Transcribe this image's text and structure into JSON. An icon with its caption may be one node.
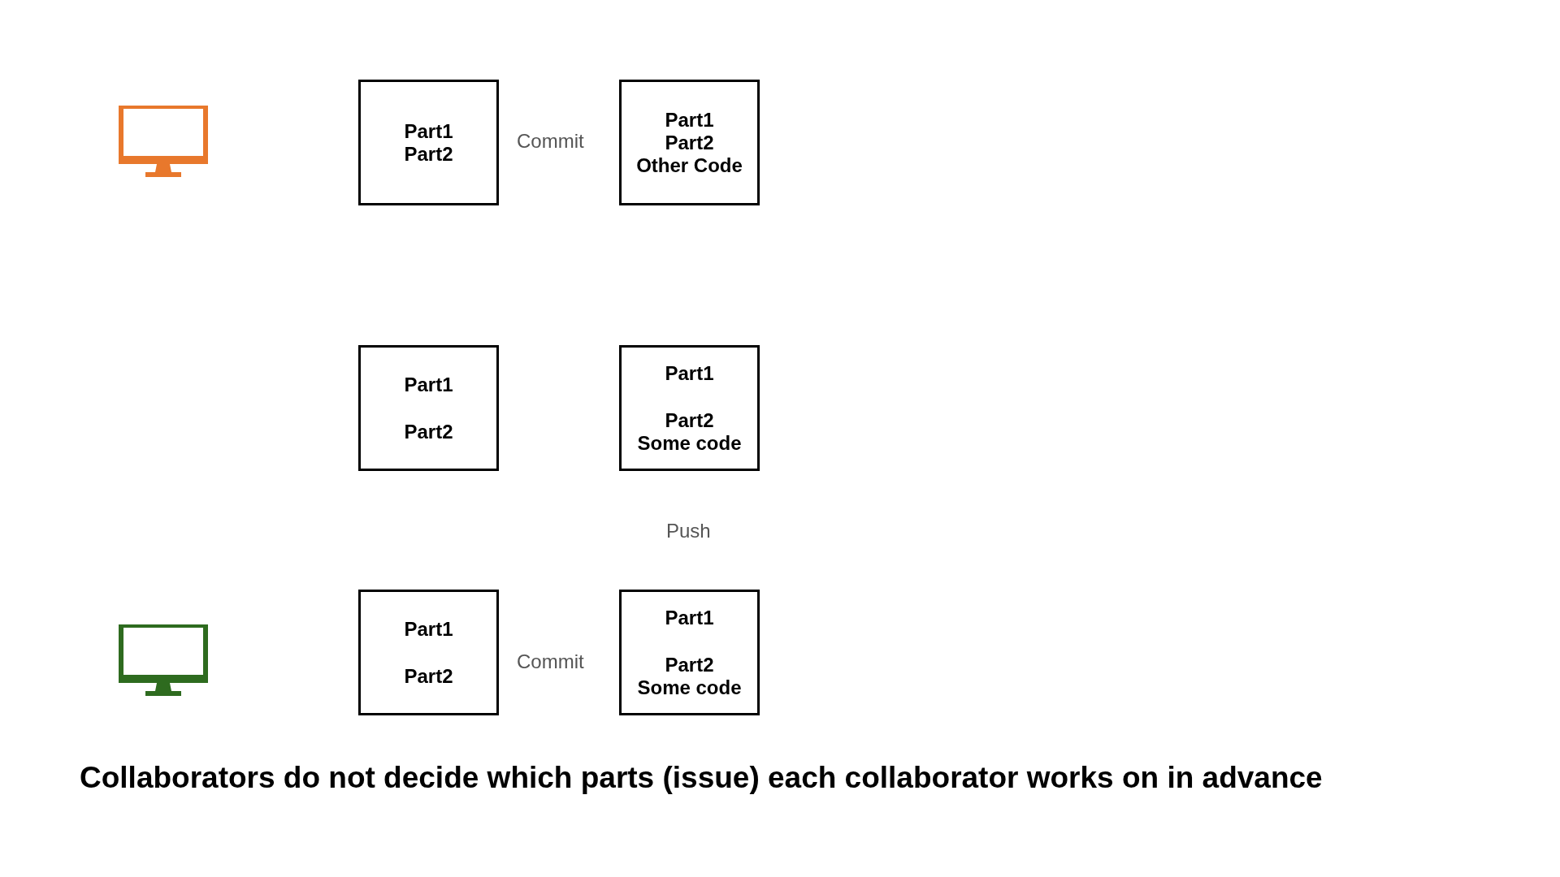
{
  "diagram": {
    "caption": "Collaborators do not decide which parts (issue) each collaborator works on in advance",
    "nodes": [
      {
        "text": [
          "Part1",
          "Part2"
        ]
      },
      {
        "text": [
          "Part1",
          "Part2",
          "Other Code"
        ]
      },
      {
        "text": [
          "Part1",
          "Part2"
        ]
      },
      {
        "text": [
          "Part1",
          "Part2",
          "Some code"
        ]
      },
      {
        "text": [
          "Part1",
          "Part2"
        ]
      },
      {
        "text": [
          "Part1",
          "Part2",
          "Some code"
        ]
      }
    ],
    "edges": [],
    "labels": [
      "Commit",
      "Push",
      "Commit"
    ]
  }
}
